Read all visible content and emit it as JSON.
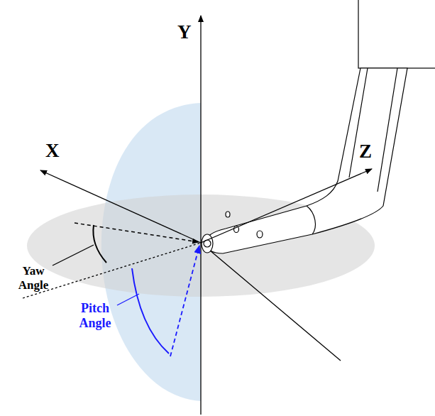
{
  "diagram": {
    "labels": [
      "Y",
      "X",
      "Z",
      "Yaw Angle",
      "Pitch Angle"
    ]
  }
}
